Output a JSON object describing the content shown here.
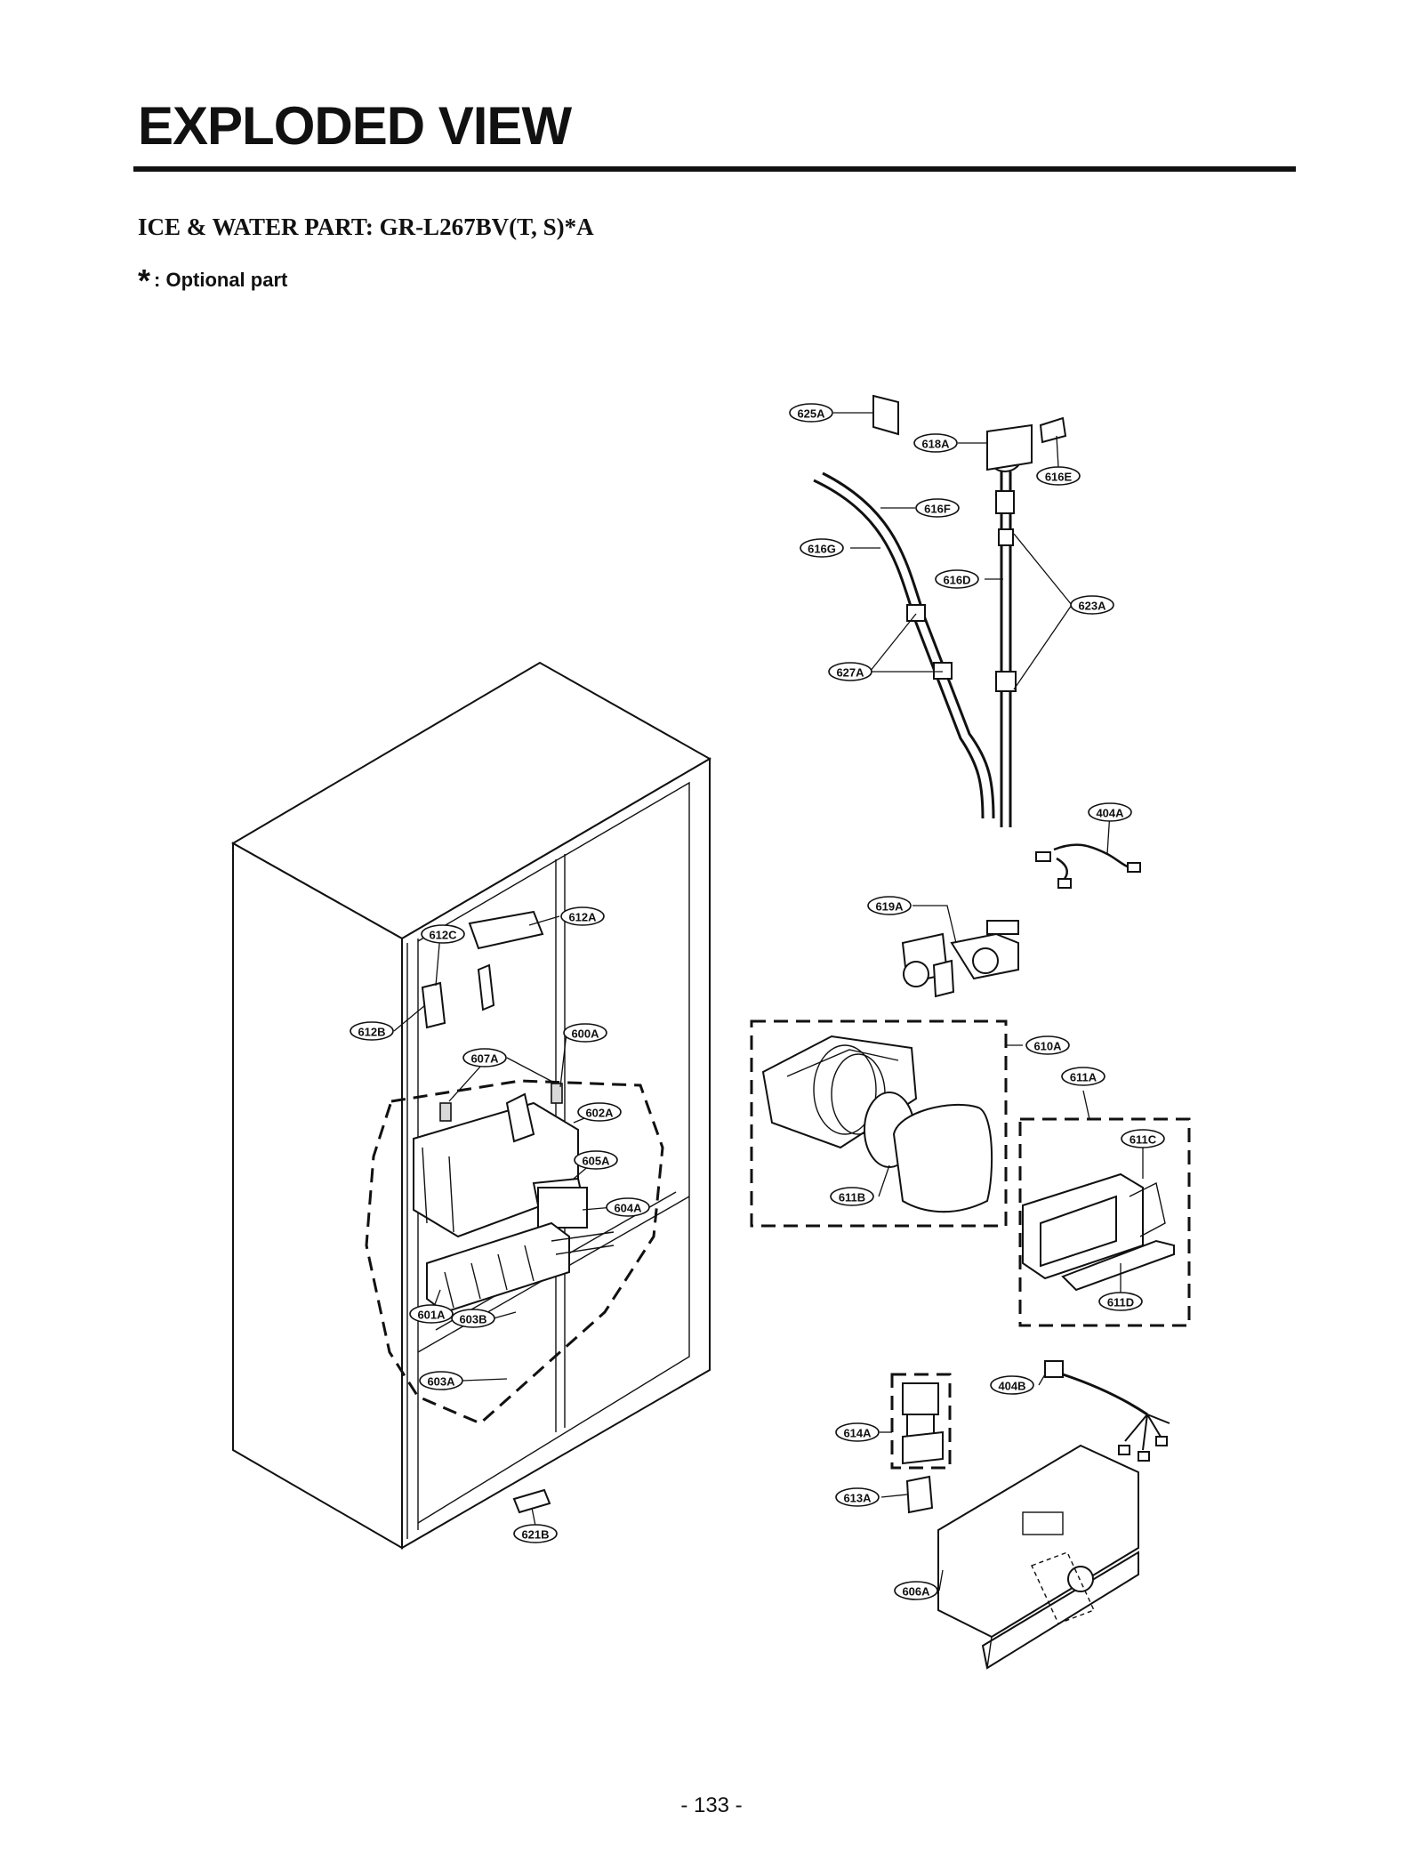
{
  "header": {
    "title": "EXPLODED VIEW",
    "subtitle": "ICE & WATER PART: GR-L267BV(T, S)*A",
    "note_mark": "*",
    "note_text": ": Optional part"
  },
  "callouts": [
    {
      "id": "c625A",
      "label": "625A"
    },
    {
      "id": "c618A",
      "label": "618A"
    },
    {
      "id": "c616E",
      "label": "616E"
    },
    {
      "id": "c616F",
      "label": "616F"
    },
    {
      "id": "c616G",
      "label": "616G"
    },
    {
      "id": "c616D",
      "label": "616D"
    },
    {
      "id": "c623A",
      "label": "623A"
    },
    {
      "id": "c627A",
      "label": "627A"
    },
    {
      "id": "c404A",
      "label": "404A"
    },
    {
      "id": "c619A",
      "label": "619A"
    },
    {
      "id": "c612A",
      "label": "612A"
    },
    {
      "id": "c612C",
      "label": "612C"
    },
    {
      "id": "c612B",
      "label": "612B"
    },
    {
      "id": "c600A",
      "label": "600A"
    },
    {
      "id": "c607A",
      "label": "607A"
    },
    {
      "id": "c602A",
      "label": "602A"
    },
    {
      "id": "c605A",
      "label": "605A"
    },
    {
      "id": "c604A",
      "label": "604A"
    },
    {
      "id": "c601A",
      "label": "601A"
    },
    {
      "id": "c603B",
      "label": "603B"
    },
    {
      "id": "c603A",
      "label": "603A"
    },
    {
      "id": "c621B",
      "label": "621B"
    },
    {
      "id": "c610A",
      "label": "610A"
    },
    {
      "id": "c611A",
      "label": "611A"
    },
    {
      "id": "c611C",
      "label": "611C"
    },
    {
      "id": "c611B",
      "label": "611B"
    },
    {
      "id": "c611D",
      "label": "611D"
    },
    {
      "id": "c404B",
      "label": "404B"
    },
    {
      "id": "c614A",
      "label": "614A"
    },
    {
      "id": "c613A",
      "label": "613A"
    },
    {
      "id": "c606A",
      "label": "606A"
    }
  ],
  "footer": {
    "page_number": "- 133 -"
  }
}
